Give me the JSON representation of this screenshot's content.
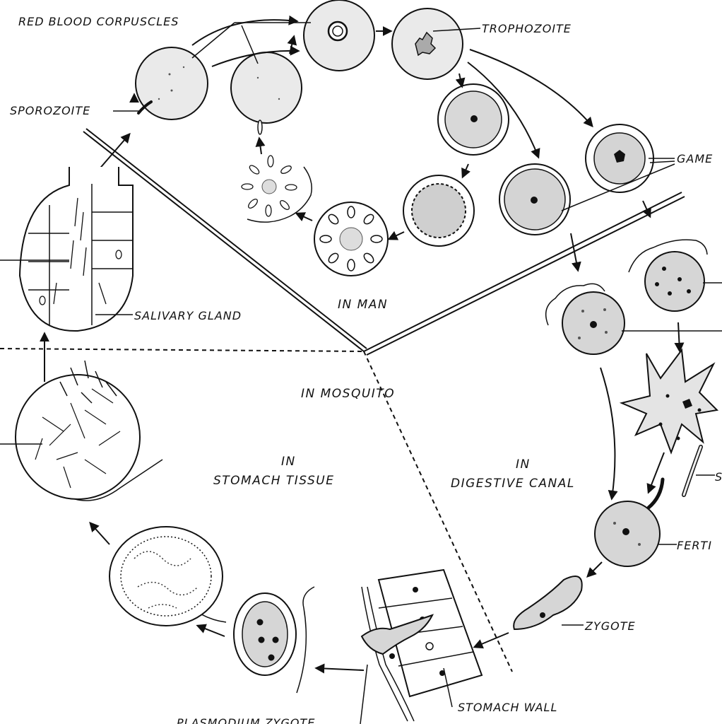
{
  "labels": {
    "red_blood_corpuscles": "RED BLOOD CORPUSCLES",
    "trophozoite": "TROPHOZOITE",
    "sporozoite": "SPOROZOITE",
    "gametocytes": "GAME",
    "salivary_gland": "SALIVARY GLAND",
    "fertilization": "FERTI",
    "sperm": "S",
    "zygote": "ZYGOTE",
    "stomach_wall": "STOMACH WALL",
    "plasmodium_zygote": "PLASMODIUM ZYGOTE"
  },
  "regions": {
    "in_man": "IN MAN",
    "in_mosquito": "IN MOSQUITO",
    "stomach_tissue_1": "IN",
    "stomach_tissue_2": "STOMACH TISSUE",
    "digestive_canal_1": "IN",
    "digestive_canal_2": "DIGESTIVE CANAL"
  }
}
